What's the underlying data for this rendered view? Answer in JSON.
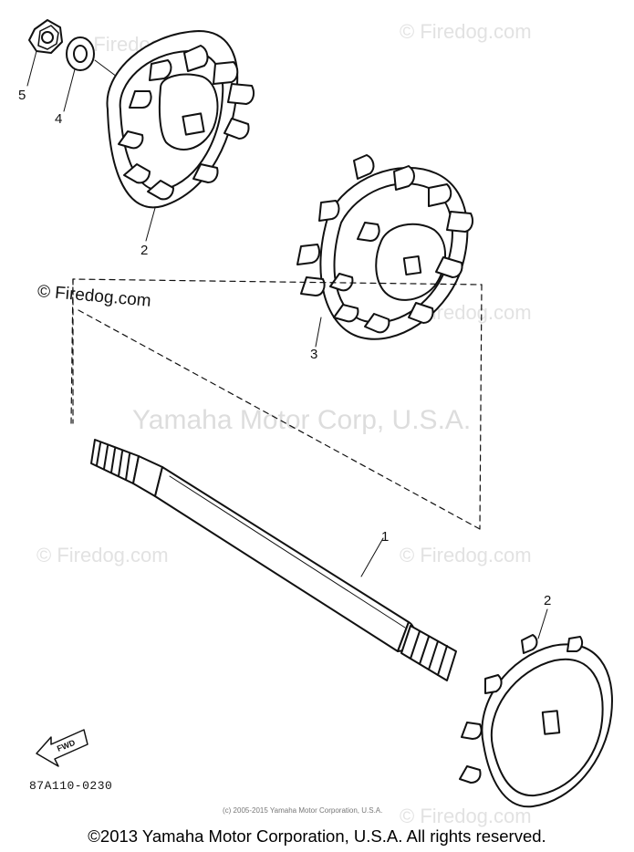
{
  "watermarks": {
    "site": "© Firedog.com",
    "company": "Yamaha Motor Corp, U.S.A.",
    "small_copyright": "(c) 2005-2015 Yamaha Motor Corporation, U.S.A."
  },
  "callouts": {
    "nut": "5",
    "washer": "4",
    "sprocket_upper": "2",
    "sprocket_middle": "3",
    "shaft": "1",
    "sprocket_lower": "2"
  },
  "fwd_label": "FWD",
  "part_code": "87A110-0230",
  "footer": "©2013 Yamaha Motor Corporation, U.S.A. All rights reserved."
}
